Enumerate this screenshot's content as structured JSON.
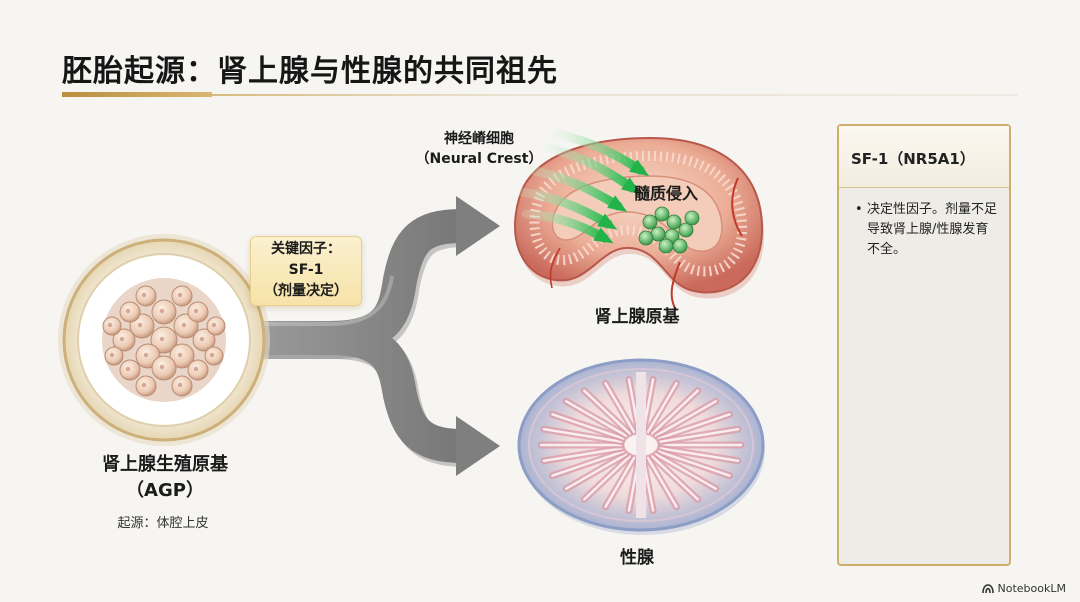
{
  "slide": {
    "title": "胚胎起源：肾上腺与性腺的共同祖先"
  },
  "agp": {
    "name": "肾上腺生殖原基",
    "abbr": "（AGP）",
    "origin": "起源：体腔上皮"
  },
  "key_factor": {
    "line1": "关键因子：",
    "line2": "SF-1",
    "line3": "（剂量决定）"
  },
  "neural_crest": {
    "name_cn": "神经嵴细胞",
    "name_en": "（Neural Crest）"
  },
  "adrenal": {
    "label": "肾上腺原基",
    "annotation": "髓质侵入"
  },
  "gonad": {
    "label": "性腺"
  },
  "side_panel": {
    "heading": "SF-1（NR5A1）",
    "bullets": [
      "决定性因子。剂量不足导致肾上腺/性腺发育不全。"
    ]
  },
  "branding": {
    "label": "NotebookLM",
    "icon": "notebooklm-logo-icon"
  },
  "colors": {
    "accent_gold": "#c9a45c",
    "arrow_gray": "#8e8e8e",
    "neural_crest_green": "#2fbf4f",
    "adrenal_pink": "#e59a88",
    "gonad_blue": "#8fa3c9"
  }
}
